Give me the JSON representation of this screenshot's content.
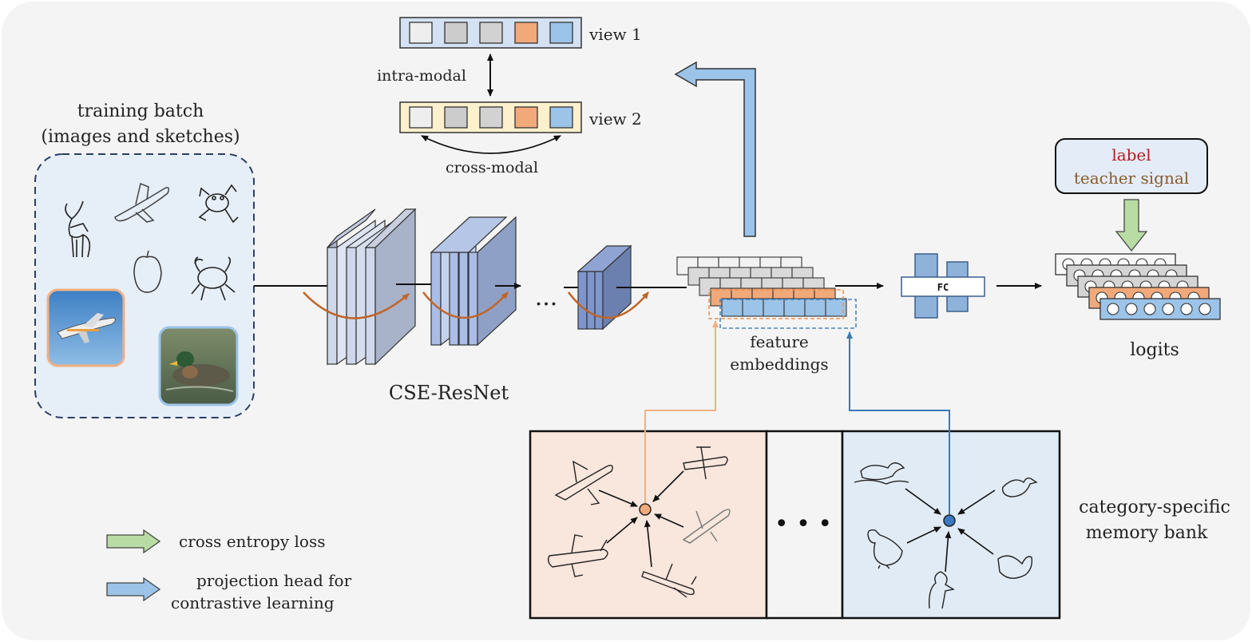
{
  "training_batch": {
    "title_line1": "training batch",
    "title_line2": "(images and sketches)"
  },
  "backbone": {
    "label": "CSE-ResNet",
    "ellipsis": "..."
  },
  "views": {
    "view1_label": "view 1",
    "view2_label": "view 2",
    "intra_label": "intra-modal",
    "cross_label": "cross-modal",
    "view1_cells": [
      "#eeeeee",
      "#cccccc",
      "#d2d2d2",
      "#f2a97a",
      "#9cc3e8"
    ],
    "view2_cells": [
      "#eeeeee",
      "#cccccc",
      "#d2d2d2",
      "#f2a97a",
      "#9cc3e8"
    ]
  },
  "embeddings": {
    "label_line1": "feature",
    "label_line2": "embeddings"
  },
  "fc": {
    "label": "FC"
  },
  "teacher": {
    "line1": "label",
    "line2": "teacher signal"
  },
  "logits": {
    "label": "logits"
  },
  "memory_bank": {
    "label_line1": "category-specific",
    "label_line2": "memory bank",
    "ellipsis": "• • •"
  },
  "legend": {
    "green_label": "cross entropy loss",
    "blue_label_line1": "projection head for",
    "blue_label_line2": "contrastive learning"
  },
  "colors": {
    "background": "#f4f4f4",
    "batch_fill": "#e6eef8",
    "batch_border": "#2c3e63",
    "orange": "#f2a97a",
    "blue": "#9cc3e8",
    "green": "#b9dca4",
    "memory_orange": "#f9e6dc",
    "memory_blue": "#e1ebf6",
    "label_red": "#b01c1c",
    "label_brown": "#8a5a2b"
  }
}
